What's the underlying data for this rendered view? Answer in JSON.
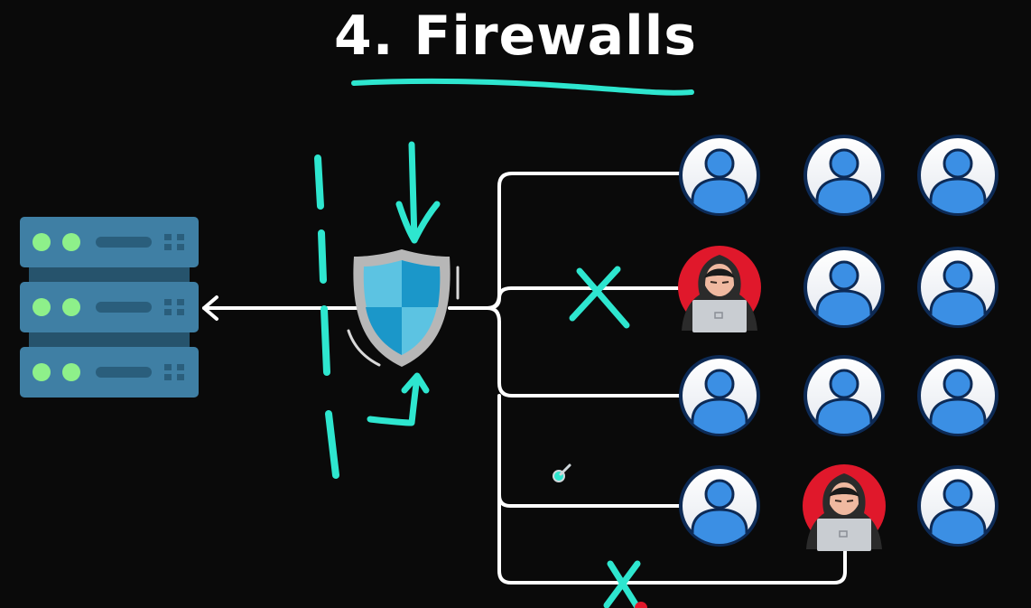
{
  "title": "4. Firewalls",
  "colors": {
    "background": "#0a0a0a",
    "accent": "#2ee6cf",
    "user_fill": "#3b8fe4",
    "user_ring": "#0d2a55",
    "hacker_bg": "#e0182b",
    "server": "#3f7fa4",
    "server_led": "#8ef08a",
    "shield_light": "#5cc3e2",
    "shield_dark": "#1b97c9",
    "line": "#ffffff"
  },
  "nodes": {
    "server": {
      "icon": "server-stack-icon",
      "units": 3
    },
    "firewall": {
      "icon": "shield-icon"
    },
    "grid": [
      [
        "user",
        "user",
        "user"
      ],
      [
        "hacker",
        "user",
        "user"
      ],
      [
        "user",
        "user",
        "user"
      ],
      [
        "user",
        "hacker",
        "user"
      ]
    ]
  },
  "connections": [
    {
      "from_row": 1,
      "from_col": 1,
      "status": "allowed"
    },
    {
      "from_row": 2,
      "from_col": 1,
      "status": "blocked"
    },
    {
      "from_row": 3,
      "from_col": 1,
      "status": "allowed"
    },
    {
      "from_row": 4,
      "from_col": 1,
      "status": "allowed"
    },
    {
      "from_row": 4,
      "from_col": 2,
      "status": "blocked"
    }
  ],
  "annotations": [
    "dashed-barrier",
    "arrow-down",
    "arrow-up",
    "cross-mark",
    "cross-mark"
  ]
}
